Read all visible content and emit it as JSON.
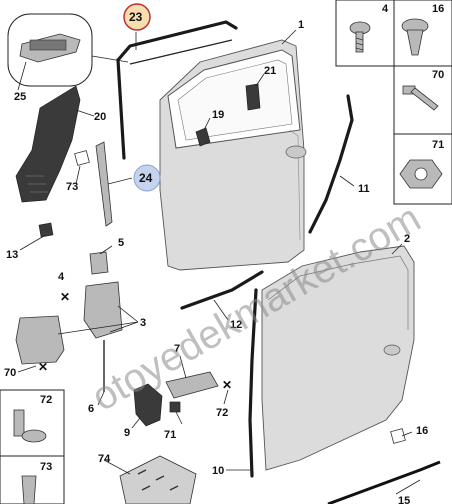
{
  "labels": {
    "l1": "1",
    "l2": "2",
    "l3": "3",
    "l4": "4",
    "l5": "5",
    "l6": "6",
    "l7": "7",
    "l9": "9",
    "l10": "10",
    "l11": "11",
    "l12": "12",
    "l13": "13",
    "l15": "15",
    "l16": "16",
    "l19": "19",
    "l20": "20",
    "l21": "21",
    "l23": "23",
    "l24": "24",
    "l25": "25",
    "l70": "70",
    "l71": "71",
    "l72": "72",
    "l73": "73",
    "l74": "74"
  },
  "inset_labels": {
    "i4": "4",
    "i16": "16",
    "i70": "70",
    "i71": "71",
    "i72": "72",
    "i73": "73"
  },
  "watermark": "otoyedekmarket.com",
  "colors": {
    "callout_red": "#e8a020",
    "callout_blue": "#b8c8e8"
  }
}
